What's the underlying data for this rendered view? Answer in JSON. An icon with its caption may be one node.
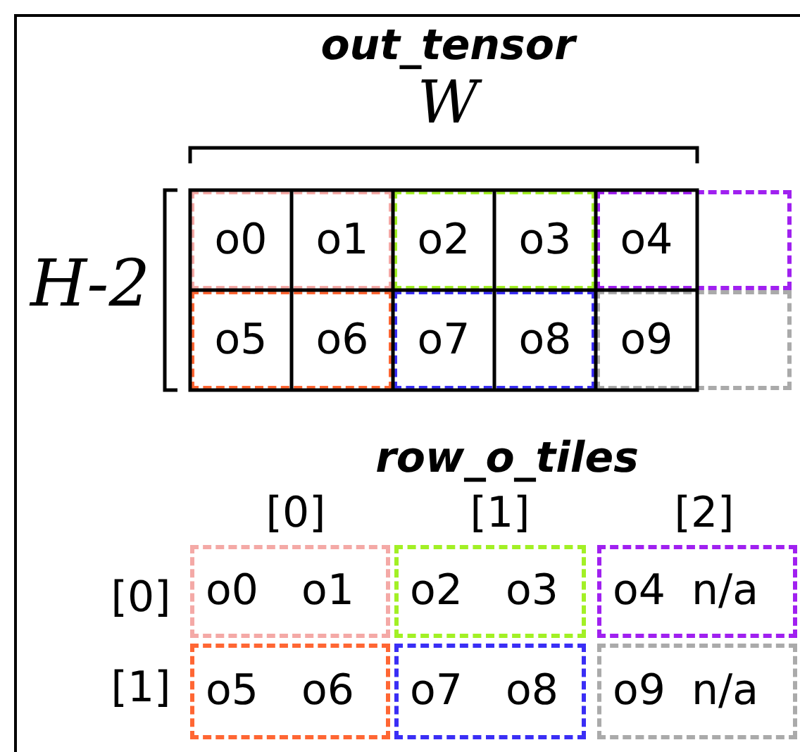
{
  "diagram": {
    "title": "out_tensor",
    "nodes": [
      {
        "text": [],
        "shape": "box"
      },
      {
        "text": [
          "o0"
        ],
        "in": 0
      },
      {
        "text": [
          "o1"
        ],
        "in": 0
      },
      {
        "text": [],
        "shape": "box"
      },
      {
        "text": [
          "o2"
        ],
        "in": 3
      },
      {
        "text": [
          "o3"
        ],
        "in": 3
      },
      {
        "text": [],
        "shape": "box"
      },
      {
        "text": [
          "o4"
        ],
        "in": 6
      },
      {
        "text": [],
        "shape": "box"
      },
      {
        "text": [
          "o5"
        ],
        "in": 8
      },
      {
        "text": [
          "o6"
        ],
        "in": 8
      },
      {
        "text": [],
        "shape": "box"
      },
      {
        "text": [
          "o7"
        ],
        "in": 11
      },
      {
        "text": [
          "o8"
        ],
        "in": 11
      },
      {
        "text": [],
        "shape": "box"
      },
      {
        "text": [
          "o9"
        ],
        "in": 14
      },
      {
        "text": [
          "o0",
          "o1"
        ]
      },
      {
        "text": [
          "o2",
          "o3"
        ]
      },
      {
        "text": [
          "o4",
          "n/a"
        ]
      },
      {
        "text": [
          "o5",
          "o6"
        ]
      },
      {
        "text": [
          "o7",
          "o8"
        ]
      },
      {
        "text": [
          "o9",
          "n/a"
        ]
      }
    ],
    "labels": [
      "W",
      "H-2",
      "row_o_tiles",
      "[0]",
      "[1]",
      "[2]",
      "[0]",
      "[1]"
    ]
  }
}
